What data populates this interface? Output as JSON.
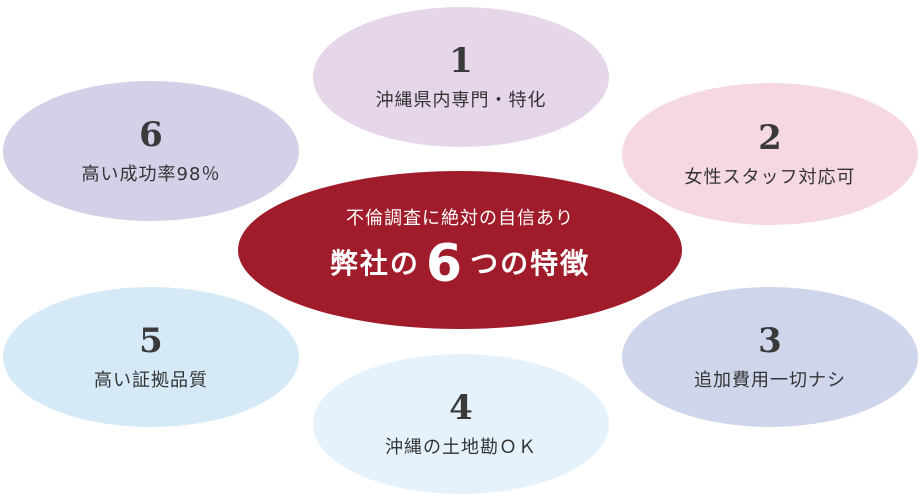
{
  "center": {
    "subtitle": "不倫調査に絶対の自信あり",
    "title_before": "弊社の",
    "title_number": "6",
    "title_after": "つの特徴"
  },
  "features": [
    {
      "number": "1",
      "label": "沖縄県内専門・特化"
    },
    {
      "number": "2",
      "label": "女性スタッフ対応可"
    },
    {
      "number": "3",
      "label": "追加費用一切ナシ"
    },
    {
      "number": "4",
      "label": "沖縄の土地勘ＯＫ"
    },
    {
      "number": "5",
      "label": "高い証拠品質"
    },
    {
      "number": "6",
      "label": "高い成功率98％"
    }
  ],
  "colors": {
    "center_bg": "#a11c2b",
    "feature_1_bg": "#e6d6ea",
    "feature_2_bg": "#f5d8e4",
    "feature_3_bg": "#cfd6eb",
    "feature_4_bg": "#e5f2fb",
    "feature_5_bg": "#d5e9f7",
    "feature_6_bg": "#d5d0e8"
  }
}
